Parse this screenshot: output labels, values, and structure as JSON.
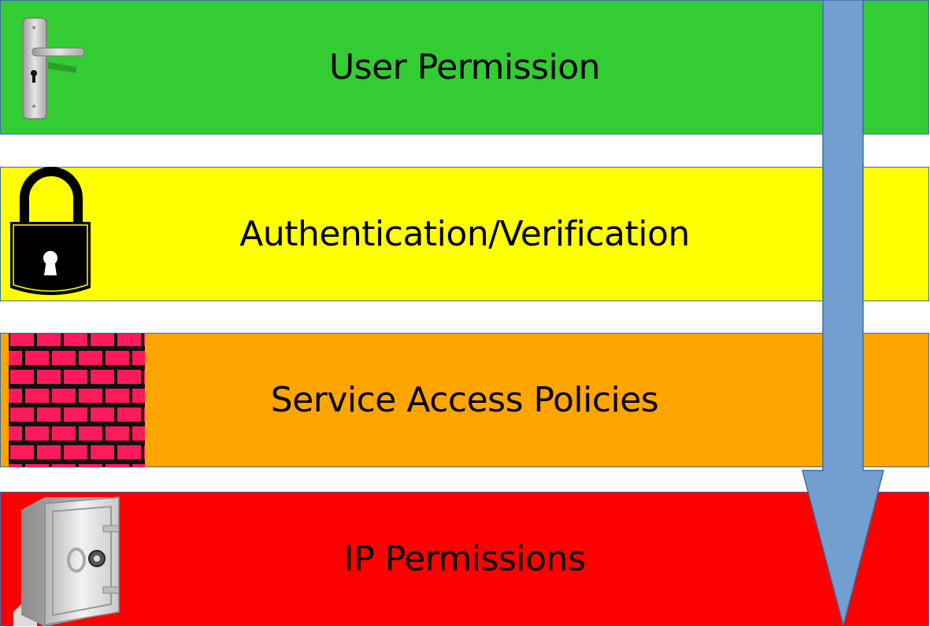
{
  "layers": [
    {
      "label": "User Permission",
      "color": "#33cc33",
      "icon": "door-handle-icon"
    },
    {
      "label": "Authentication/Verification",
      "color": "#ffff00",
      "icon": "padlock-icon"
    },
    {
      "label": "Service Access Policies",
      "color": "#ffa500",
      "icon": "brick-wall-icon"
    },
    {
      "label": "IP Permissions",
      "color": "#ff0000",
      "icon": "safe-vault-icon"
    }
  ],
  "arrow": {
    "color": "#729fcf",
    "direction": "down"
  }
}
